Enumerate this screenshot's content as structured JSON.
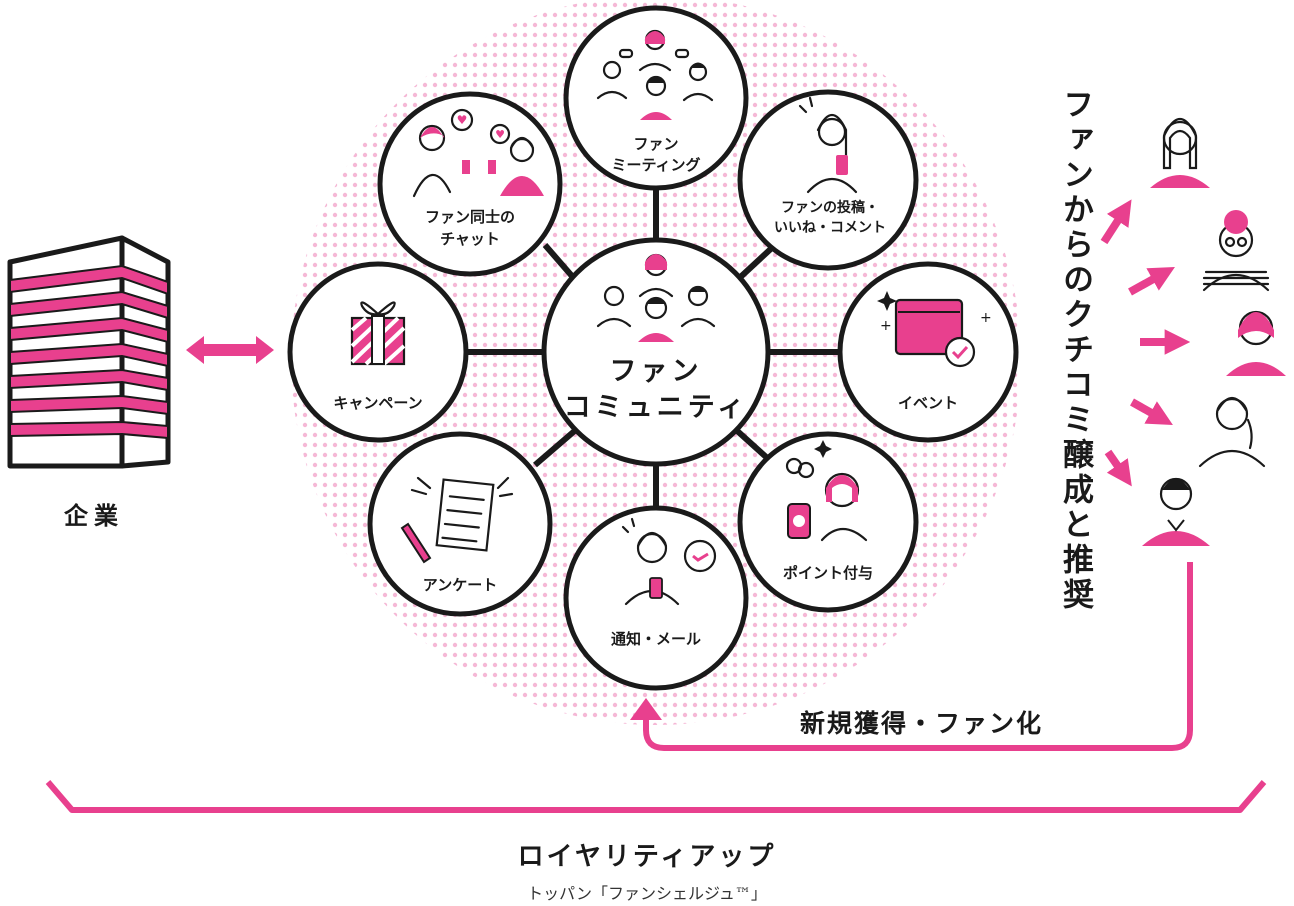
{
  "company_label": "企業",
  "center": {
    "line1": "ファン",
    "line2": "コミュニティ"
  },
  "satellites": [
    {
      "id": "meeting",
      "line1": "ファン",
      "line2": "ミーティング"
    },
    {
      "id": "post",
      "line1": "ファンの投稿・",
      "line2": "いいね・コメント"
    },
    {
      "id": "event",
      "line1": "イベント",
      "line2": ""
    },
    {
      "id": "points",
      "line1": "ポイント付与",
      "line2": ""
    },
    {
      "id": "notice",
      "line1": "通知・メール",
      "line2": ""
    },
    {
      "id": "survey",
      "line1": "アンケート",
      "line2": ""
    },
    {
      "id": "campaign",
      "line1": "キャンペーン",
      "line2": ""
    },
    {
      "id": "chat",
      "line1": "ファン同士の",
      "line2": "チャット"
    }
  ],
  "word_of_mouth": "ファンからのクチコミ醸成と推奨",
  "new_acquisition": "新規獲得・ファン化",
  "loyalty": "ロイヤリティアップ",
  "caption": "トッパン「ファンシェルジュ™」",
  "colors": {
    "accent": "#e8408e",
    "ink": "#1a1a1a",
    "dots": "#f5b8d6"
  }
}
